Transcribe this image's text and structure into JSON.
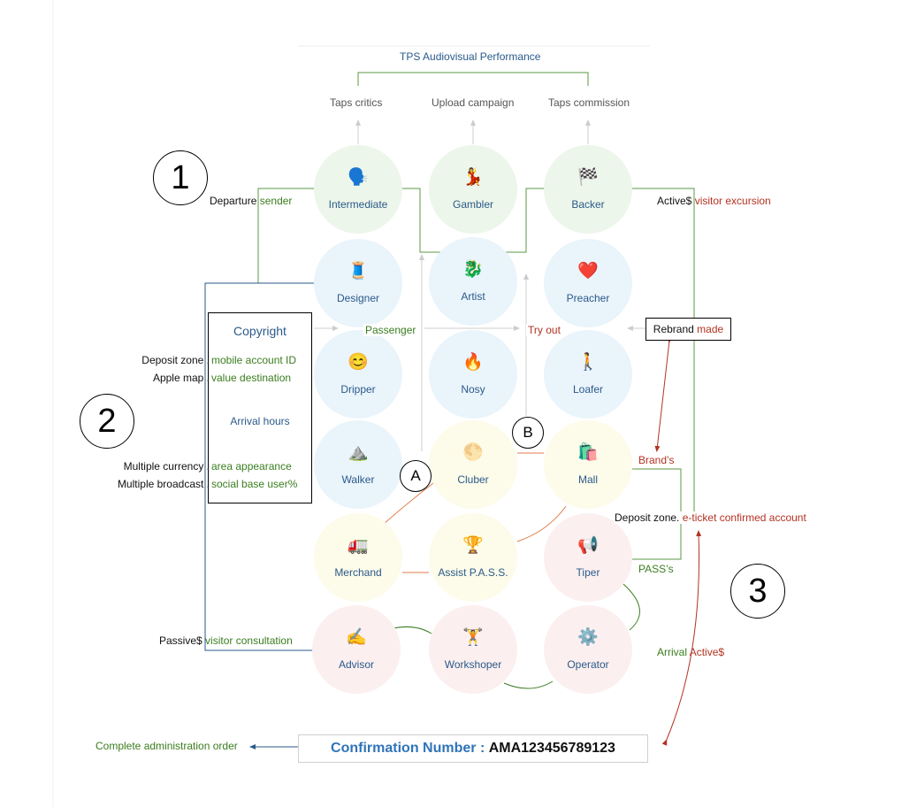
{
  "header": {
    "title": "TPS Audiovisual Performance",
    "branches": [
      "Taps critics",
      "Upload campaign",
      "Taps commission"
    ]
  },
  "numbers": {
    "one": "1",
    "two": "2",
    "three": "3",
    "a": "A",
    "b": "B"
  },
  "nodes": [
    {
      "label": "Intermediate",
      "icon_name": "speaking-head-icon",
      "icon": "🗣️"
    },
    {
      "label": "Gambler",
      "icon_name": "dancer-icon",
      "icon": "💃"
    },
    {
      "label": "Backer",
      "icon_name": "checkered-flag-icon",
      "icon": "🏁"
    },
    {
      "label": "Designer",
      "icon_name": "thread-spool-icon",
      "icon": "🧵"
    },
    {
      "label": "Artist",
      "icon_name": "dragon-icon",
      "icon": "🐉"
    },
    {
      "label": "Preacher",
      "icon_name": "heart-icon",
      "icon": "❤️"
    },
    {
      "label": "Dripper",
      "icon_name": "smiling-face-icon",
      "icon": "😊"
    },
    {
      "label": "Nosy",
      "icon_name": "fire-icon",
      "icon": "🔥"
    },
    {
      "label": "Loafer",
      "icon_name": "walking-person-icon",
      "icon": "🚶"
    },
    {
      "label": "Walker",
      "icon_name": "mountain-icon",
      "icon": "⛰️"
    },
    {
      "label": "Cluber",
      "icon_name": "sun-icon",
      "icon": "🌕"
    },
    {
      "label": "Mall",
      "icon_name": "shopping-bags-icon",
      "icon": "🛍️"
    },
    {
      "label": "Merchand",
      "icon_name": "delivery-truck-icon",
      "icon": "🚛"
    },
    {
      "label": "Assist P.A.S.S.",
      "icon_name": "trophy-icon",
      "icon": "🏆"
    },
    {
      "label": "Tiper",
      "icon_name": "megaphone-icon",
      "icon": "📢"
    },
    {
      "label": "Advisor",
      "icon_name": "signing-icon",
      "icon": "✍️"
    },
    {
      "label": "Workshoper",
      "icon_name": "weightlifter-icon",
      "icon": "🏋️"
    },
    {
      "label": "Operator",
      "icon_name": "gear-icon",
      "icon": "⚙️"
    }
  ],
  "left": {
    "departure_k": "Departure",
    "departure_g": "sender",
    "copyright_title": "Copyright",
    "deposit_k": "Deposit zone .",
    "deposit_g": "mobile account ID",
    "apple_k": "Apple map .",
    "apple_g": "value destination",
    "arrival_hours": "Arrival hours",
    "currency_k": "Multiple currency .",
    "currency_g": "area appearance",
    "broadcast_k": "Multiple broadcast .",
    "broadcast_g": "social base user%",
    "passive_k": "Passive$",
    "passive_g": "visitor consultation"
  },
  "middle": {
    "passenger": "Passenger",
    "try_out": "Try out"
  },
  "right": {
    "active_k": "Active$",
    "active_r": "visitor excursion",
    "rebrand_k": "Rebrand",
    "rebrand_r": "made",
    "brands": "Brand’s",
    "deposit_k": "Deposit zone.",
    "deposit_r": "e-ticket confirmed account",
    "pass": "PASS’s",
    "arrival_g": "Arrival",
    "arrival_r": "Active$"
  },
  "footer": {
    "complete_order": "Complete administration order",
    "conf_label": "Confirmation Number :",
    "conf_value": "AMA123456789123"
  },
  "colors": {
    "green": "#3a7d1e",
    "red": "#b33222",
    "blue": "#2a5a8a",
    "orange_connector": "#e07b4a",
    "circle_green": "#edf6ea",
    "circle_blue": "#eaf4fb",
    "circle_yellow": "#fdfbe9",
    "circle_pink": "#fcefef"
  }
}
